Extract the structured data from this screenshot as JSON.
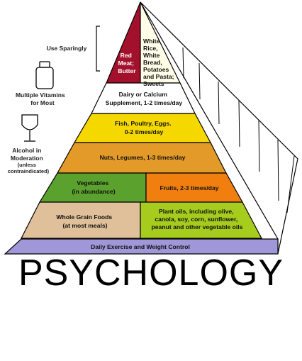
{
  "side_labels": {
    "use_sparingly": "Use Sparingly",
    "multiple_vitamins": [
      "Multiple Vitamins",
      "for Most"
    ],
    "alcohol": [
      "Alcohol in",
      "Moderation",
      "(unless",
      "contraindicated)"
    ]
  },
  "tiers": {
    "red_meat": [
      "Red",
      "Meat;",
      "Butter"
    ],
    "white_foods": [
      "White",
      "Rice,",
      "White",
      "Bread,",
      "Potatoes",
      "and Pasta;",
      "Sweets"
    ],
    "dairy": [
      "Dairy or Calcium",
      "Supplement, 1-2 times/day"
    ],
    "fish": [
      "Fish, Poultry, Eggs.",
      "0-2 times/day"
    ],
    "nuts": [
      "Nuts, Legumes, 1-3 times/day"
    ],
    "vegetables": [
      "Vegetables",
      "(in abundance)"
    ],
    "fruits": [
      "Fruits, 2-3 times/day"
    ],
    "whole_grain": [
      "Whole Grain Foods",
      "(at most meals)"
    ],
    "plant_oils": [
      "Plant oils, including olive,",
      "canola, soy, corn, sunflower,",
      "peanut and other vegetable oils"
    ],
    "exercise": [
      "Daily Exercise and Weight Control"
    ]
  },
  "banner": "PSYCHOLOGY",
  "colors": {
    "red_meat": "#a3102c",
    "white": "#fffde8",
    "yellow": "#f5d800",
    "orange_band": "#e39a28",
    "green": "#5aa12e",
    "fruit_orange": "#f07f10",
    "tan": "#e0c09a",
    "lime": "#a6cc1d",
    "exercise": "#9f97d8"
  }
}
